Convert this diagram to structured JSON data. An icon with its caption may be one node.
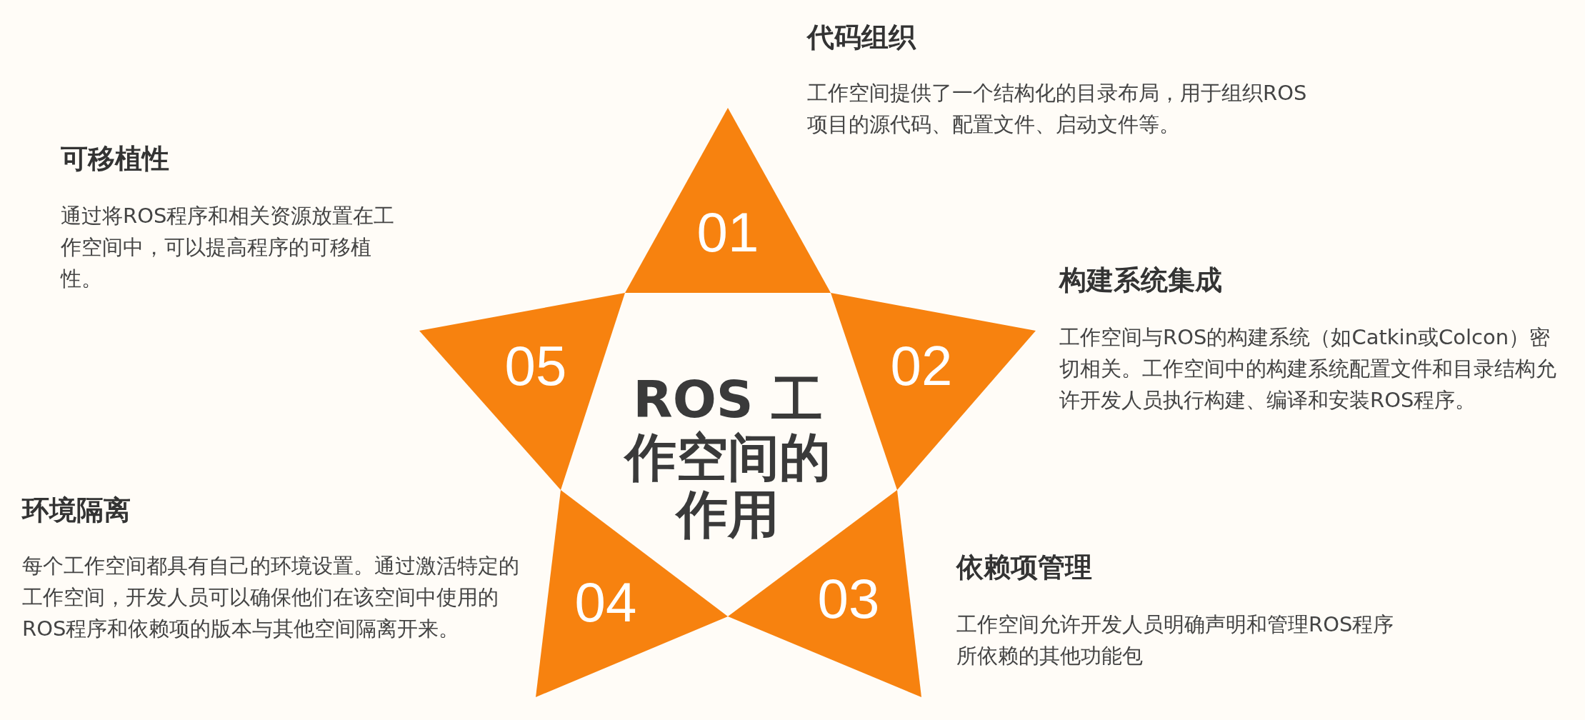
{
  "diagram": {
    "title": "ROS 工作空间的作用",
    "nodes": [
      {
        "text": [
          "01"
        ]
      },
      {
        "text": [
          "02"
        ]
      },
      {
        "text": [
          "03"
        ]
      },
      {
        "text": [
          "04"
        ]
      },
      {
        "text": [
          "05"
        ]
      }
    ],
    "labels": [
      "代码组织",
      "工作空间提供了一个结构化的目录布局，用于组织ROS项目的源代码、配置文件、启动文件等。",
      "可移植性",
      "通过将ROS程序和相关资源放置在工作空间中，可以提高程序的可移植性。",
      "构建系统集成",
      "工作空间与ROS的构建系统（如Catkin或Colcon）密切相关。工作空间中的构建系统配置文件和目录结构允许开发人员执行构建、编译和安装ROS程序。",
      "环境隔离",
      "每个工作空间都具有自己的环境设置。通过激活特定的工作空间，开发人员可以确保他们在该空间中使用的ROS程序和依赖项的版本与其他空间隔离开来。",
      "依赖项管理",
      "工作空间允许开发人员明确声明和管理ROS程序所依赖的其他功能包"
    ]
  }
}
